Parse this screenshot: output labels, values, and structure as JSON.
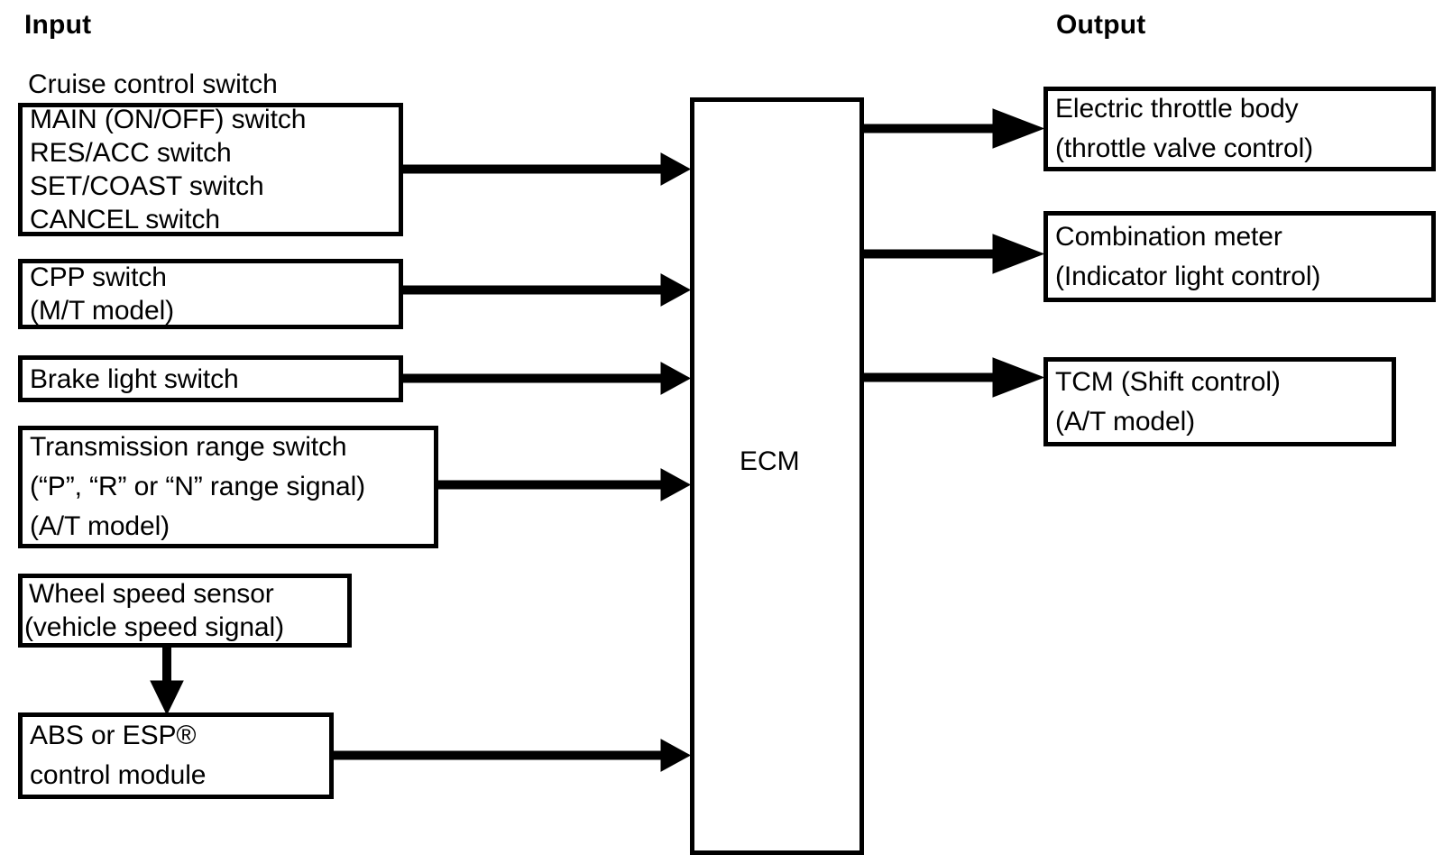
{
  "headers": {
    "input": "Input",
    "output": "Output"
  },
  "captions": {
    "cruise_control_switch": "Cruise control switch"
  },
  "ecm": {
    "label": "ECM"
  },
  "input_boxes": [
    {
      "name": "cruise-control-switch-box",
      "lines": [
        "MAIN (ON/OFF) switch",
        "RES/ACC switch",
        "SET/COAST switch",
        "CANCEL switch"
      ]
    },
    {
      "name": "cpp-switch-box",
      "lines": [
        "CPP switch",
        "(M/T model)"
      ]
    },
    {
      "name": "brake-light-switch-box",
      "lines": [
        "Brake light switch"
      ]
    },
    {
      "name": "transmission-range-switch-box",
      "lines": [
        "Transmission range switch",
        "(“P”, “R” or “N” range signal)",
        "(A/T model)"
      ]
    },
    {
      "name": "wheel-speed-sensor-box",
      "lines": [
        "Wheel speed sensor",
        "(vehicle speed signal)"
      ]
    },
    {
      "name": "abs-esp-control-module-box",
      "lines": [
        "ABS or ESP®",
        "control module"
      ]
    }
  ],
  "output_boxes": [
    {
      "name": "electric-throttle-body-box",
      "lines": [
        "Electric throttle body",
        "(throttle valve control)"
      ]
    },
    {
      "name": "combination-meter-box",
      "lines": [
        "Combination meter",
        "(Indicator light control)"
      ]
    },
    {
      "name": "tcm-shift-control-box",
      "lines": [
        "TCM (Shift control)",
        "(A/T model)"
      ]
    }
  ],
  "colors": {
    "stroke": "#000000",
    "background": "#ffffff"
  }
}
